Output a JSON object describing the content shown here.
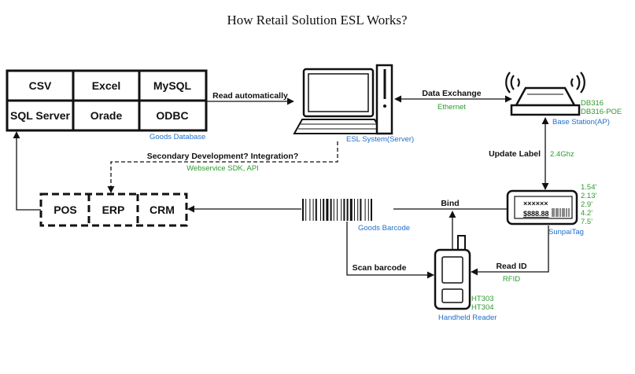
{
  "title": "How Retail Solution ESL Works?",
  "goods_database": {
    "cells": [
      "CSV",
      "Excel",
      "MySQL",
      "SQL Server",
      "Orade",
      "ODBC"
    ],
    "label": "Goods Database"
  },
  "erp_group": {
    "cells": [
      "POS",
      "ERP",
      "CRM"
    ]
  },
  "esl_system": {
    "label": "ESL System(Server)"
  },
  "base_station": {
    "label": "Base Station(AP)",
    "models": [
      "DB316",
      "DB316-POE"
    ]
  },
  "sunpai_tag": {
    "label": "SunpaiTag",
    "marks": "××××××",
    "price": "$888.88",
    "sizes": [
      "1.54'",
      "2.13'",
      "2.9'",
      "4.2'",
      "7.5'"
    ]
  },
  "goods_barcode": {
    "label": "Goods Barcode"
  },
  "handheld_reader": {
    "label": "Handheld Reader",
    "models": [
      "HT303",
      "HT304"
    ]
  },
  "edges": {
    "read_automatically": "Read automatically",
    "data_exchange": "Data Exchange",
    "ethernet": "Ethernet",
    "secondary_dev": "Secondary Development? Integration?",
    "webservice": "Webservice SDK, API",
    "update_label": "Update Label",
    "ghz": "2.4Ghz",
    "bind": "Bind",
    "scan_barcode": "Scan barcode",
    "read_id": "Read ID",
    "rfid": "RFID"
  },
  "colors": {
    "blue": "#1f6fc9",
    "green": "#2e9a2e",
    "ink": "#111111"
  }
}
